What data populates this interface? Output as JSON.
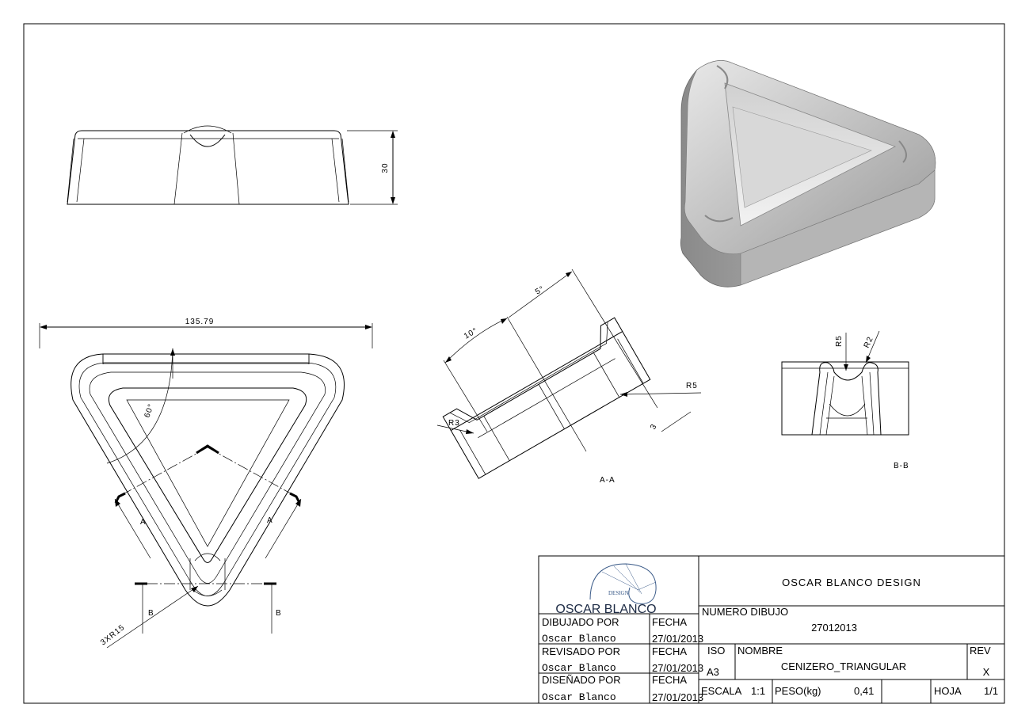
{
  "drawing": {
    "dimensions": {
      "height": "30",
      "width": "135.79",
      "angle_60": "60°",
      "radius_3xr15": "3XR15",
      "angle_10": "10°",
      "angle_5": "5°",
      "r3": "R3",
      "r5": "R5",
      "thickness_3": "3",
      "bb_r5": "R5",
      "bb_r2": "R2"
    },
    "section_labels": {
      "a_left": "A",
      "a_right": "A",
      "b_left": "B",
      "b_right": "B",
      "section_aa": "A-A",
      "section_bb": "B-B"
    }
  },
  "title_block": {
    "logo_text": "OSCAR BLANCO",
    "logo_subtext": "DESIGN",
    "company": "OSCAR BLANCO DESIGN",
    "drawn_by_label": "DIBUJADO POR",
    "drawn_by": "Oscar Blanco",
    "reviewed_by_label": "REVISADO POR",
    "reviewed_by": "Oscar Blanco",
    "designed_by_label": "DISEÑADO POR",
    "designed_by": "Oscar Blanco",
    "date_label": "FECHA",
    "date_1": "27/01/2013",
    "date_2": "27/01/2013",
    "date_3": "27/01/2013",
    "drawing_number_label": "NUMERO DIBUJO",
    "drawing_number": "27012013",
    "iso_label": "ISO",
    "iso_value": "A3",
    "name_label": "NOMBRE",
    "name_value": "CENIZERO_TRIANGULAR",
    "rev_label": "REV",
    "rev_value": "X",
    "scale_label": "ESCALA",
    "scale_value": "1:1",
    "weight_label": "PESO(kg)",
    "weight_value": "0,41",
    "sheet_label": "HOJA",
    "sheet_value": "1/1"
  }
}
